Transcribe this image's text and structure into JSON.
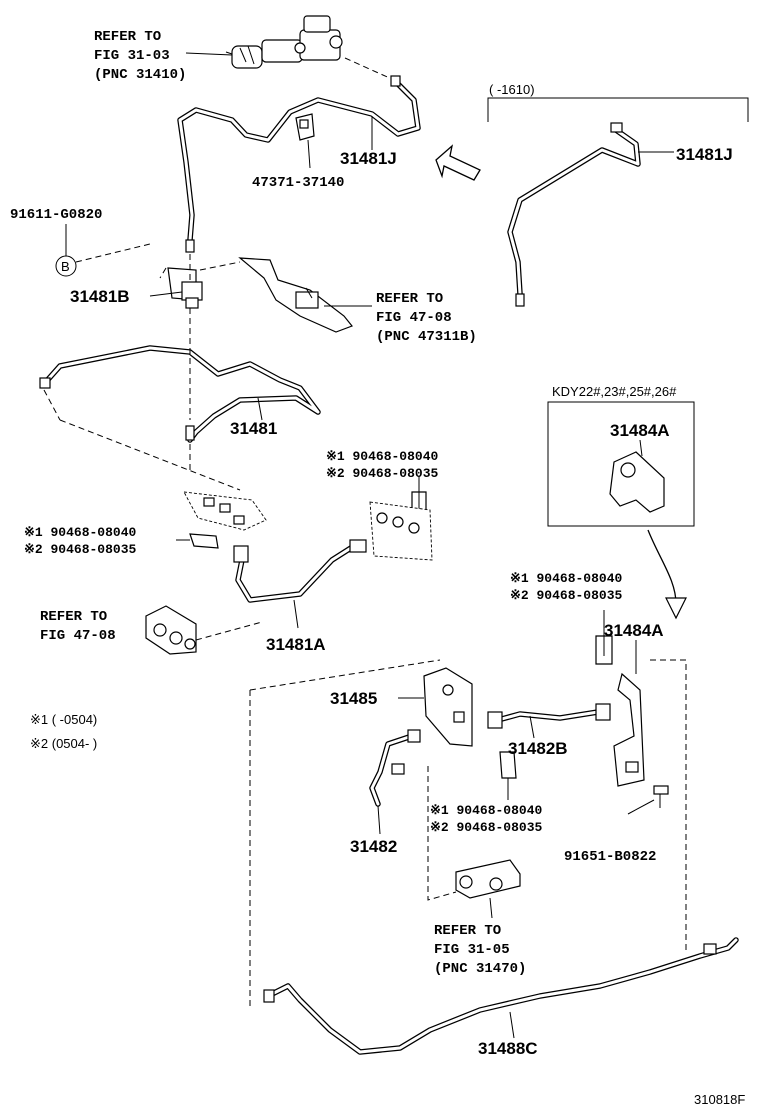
{
  "diagram": {
    "refs": {
      "fig3103": [
        "REFER TO",
        "FIG 31-03",
        "(PNC 31410)"
      ],
      "fig4708a": [
        "REFER TO",
        "FIG 47-08",
        "(PNC 47311B)"
      ],
      "fig4708b": [
        "REFER TO",
        "FIG 47-08"
      ],
      "fig3105": [
        "REFER TO",
        "FIG 31-05",
        "(PNC 31470)"
      ]
    },
    "parts": {
      "p31481J_main": "31481J",
      "p31481J_alt": "31481J",
      "p47371": "47371-37140",
      "p91611": "91611-G0820",
      "circle_b": "B",
      "p31481B": "31481B",
      "p31481": "31481",
      "p31481A": "31481A",
      "p31484A_box": "31484A",
      "p31484A": "31484A",
      "p31485": "31485",
      "p31482B": "31482B",
      "p31482": "31482",
      "p91651": "91651-B0822",
      "p31488C": "31488C"
    },
    "clips": {
      "top": [
        "※1 90468-08040",
        "※2 90468-08035"
      ],
      "left": [
        "※1 90468-08040",
        "※2 90468-08035"
      ],
      "right": [
        "※1 90468-08040",
        "※2 90468-08035"
      ],
      "bottom": [
        "※1 90468-08040",
        "※2 90468-08035"
      ]
    },
    "range_label": "(     -1610)",
    "kdy_label": "KDY22#,23#,25#,26#",
    "legend": [
      "※1 (      -0504)",
      "※2 (0504-      )"
    ],
    "figure_id": "310818F"
  }
}
